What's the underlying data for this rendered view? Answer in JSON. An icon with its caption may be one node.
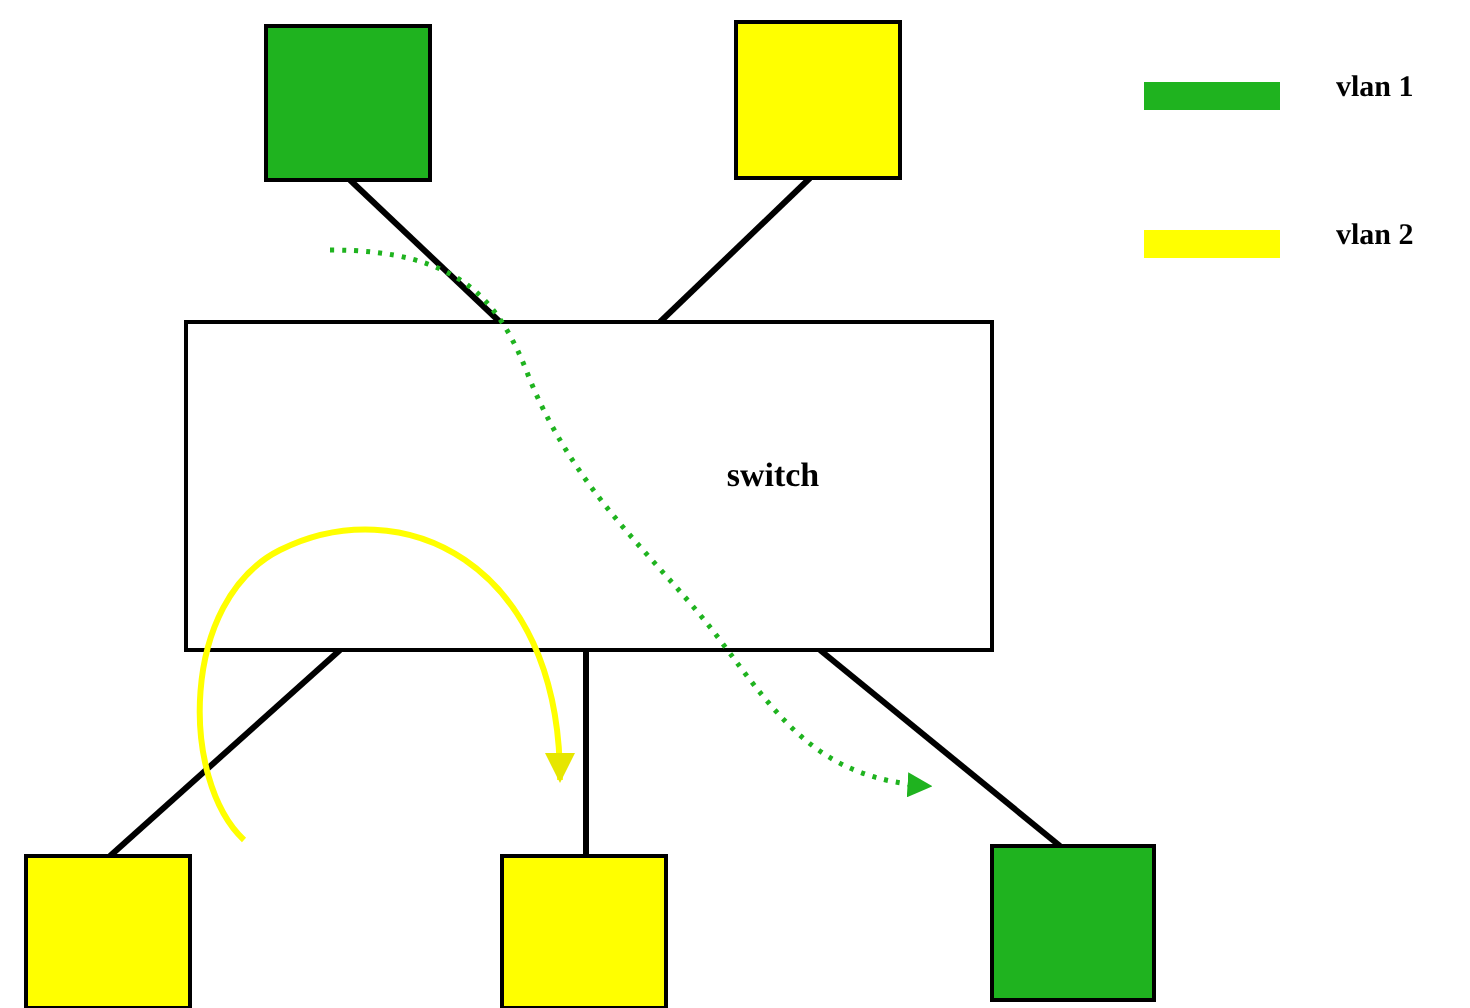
{
  "diagram": {
    "nodes": [
      {
        "text": [],
        "shape": "box"
      },
      {
        "text": [],
        "shape": "box"
      },
      {
        "text": [
          "switch"
        ]
      },
      {
        "text": [],
        "shape": "box"
      },
      {
        "text": [],
        "shape": "box"
      },
      {
        "text": [],
        "shape": "box"
      }
    ],
    "edges": [
      {
        "from": 0,
        "to": 2,
        "arrow": "none"
      },
      {
        "from": 1,
        "to": 2,
        "arrow": "none"
      },
      {
        "from": 2,
        "to": 3,
        "arrow": "none"
      },
      {
        "from": 2,
        "to": 4,
        "arrow": "none"
      },
      {
        "from": 2,
        "to": 5,
        "arrow": "none"
      }
    ],
    "legend": [
      {
        "text": "vlan 1",
        "color": "#1fb31f"
      },
      {
        "text": "vlan 2",
        "color": "#ffff00"
      }
    ]
  }
}
